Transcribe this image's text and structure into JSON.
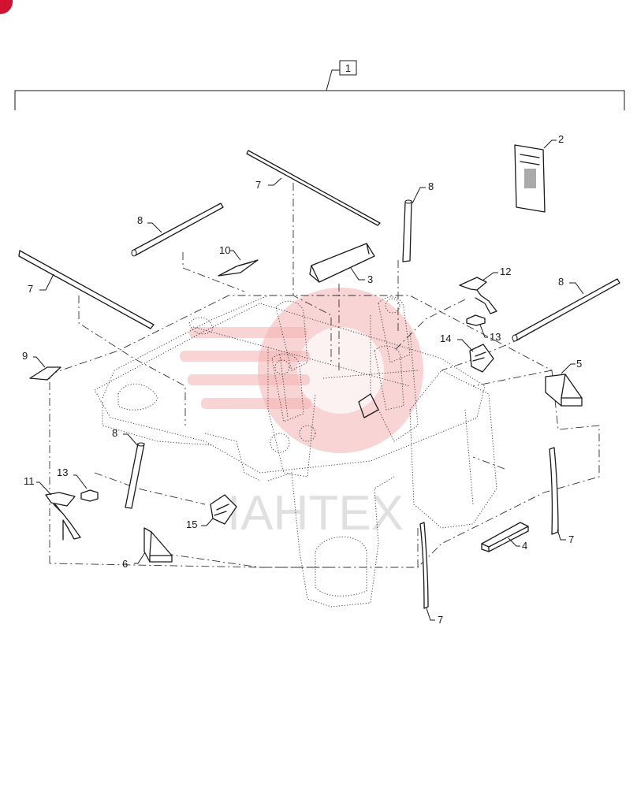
{
  "assembly_callout": "1",
  "callouts": {
    "c2": "2",
    "c3": "3",
    "c4": "4",
    "c5": "5",
    "c6": "6",
    "c7a": "7",
    "c7b": "7",
    "c7c": "7",
    "c7d": "7",
    "c8a": "8",
    "c8b": "8",
    "c8c": "8",
    "c8d": "8",
    "c9": "9",
    "c10": "10",
    "c11": "11",
    "c12": "12",
    "c13a": "13",
    "c13b": "13",
    "c14": "14",
    "c15": "15"
  },
  "watermark": {
    "text": "IАНТЕХ",
    "color": "#f3b1b1"
  },
  "badge_color": "#d2122e"
}
